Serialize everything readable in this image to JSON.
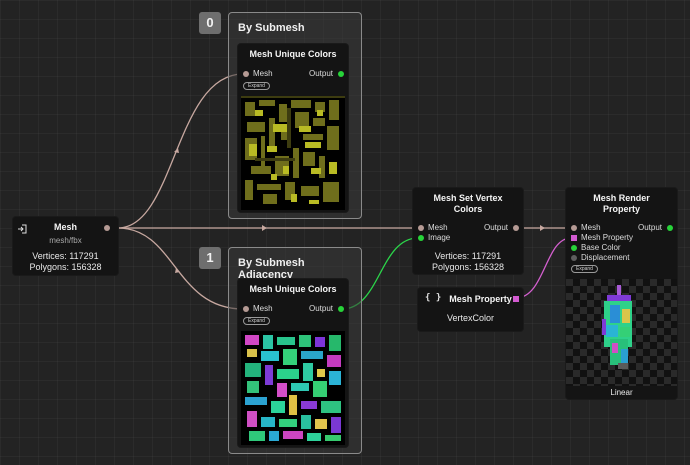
{
  "groups": [
    {
      "badge": "0",
      "title": "By Submesh"
    },
    {
      "badge": "1",
      "title": "By Submesh Adjacency"
    }
  ],
  "nodes": {
    "mesh_input": {
      "title": "Mesh",
      "subtitle": "mesh/fbx",
      "vertices": "Vertices: 117291",
      "polygons": "Polygons: 156328",
      "icon": "input-arrow-icon"
    },
    "unique_colors_0": {
      "title": "Mesh Unique Colors",
      "input": "Mesh",
      "output": "Output",
      "expand": "Expand"
    },
    "unique_colors_1": {
      "title": "Mesh Unique Colors",
      "input": "Mesh",
      "output": "Output",
      "expand": "Expand"
    },
    "set_vertex_colors": {
      "title_line1": "Mesh Set Vertex",
      "title_line2": "Colors",
      "input_mesh": "Mesh",
      "input_image": "Image",
      "output": "Output",
      "vertices": "Vertices: 117291",
      "polygons": "Polygons: 156328"
    },
    "mesh_property": {
      "title": "Mesh Property",
      "icon": "braces-icon",
      "value": "VertexColor"
    },
    "render_property": {
      "title_line1": "Mesh Render",
      "title_line2": "Property",
      "input_mesh": "Mesh",
      "input_mesh_property": "Mesh Property",
      "input_base_color": "Base Color",
      "input_displacement": "Displacement",
      "output": "Output",
      "expand": "Expand",
      "preview_label": "Linear"
    }
  },
  "colors": {
    "mesh_port": "#b59a94",
    "image_port": "#27d339",
    "property_port": "#d25ad0",
    "inactive_port": "#5e5e5e",
    "wire_mesh": "#c7a8a0",
    "wire_image": "#2bd64a",
    "wire_property": "#d45fcf"
  }
}
